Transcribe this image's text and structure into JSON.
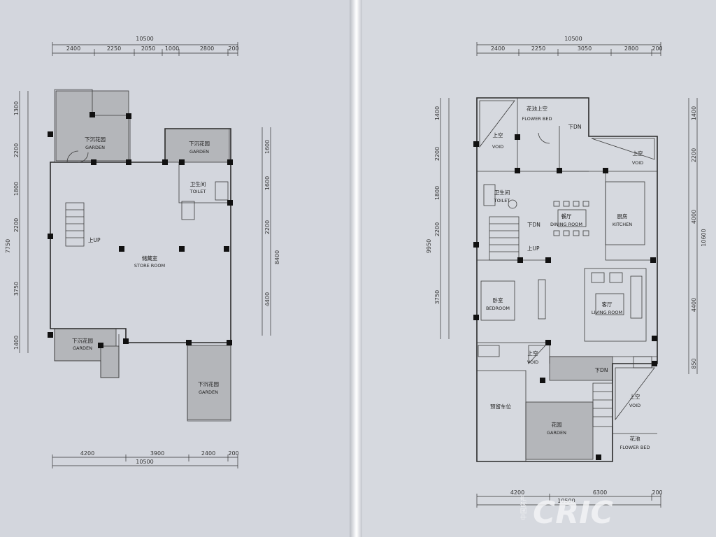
{
  "left_plan": {
    "top_dims": {
      "total": "10500",
      "segments": [
        "2400",
        "2250",
        "2050",
        "1000",
        "2800",
        "200"
      ]
    },
    "bottom_dims": {
      "total": "10500",
      "segments": [
        "4200",
        "3900",
        "2400",
        "200"
      ]
    },
    "left_dims": {
      "total": "7750",
      "segments": [
        "1300",
        "2200",
        "1800",
        "2200",
        "3750",
        "1400"
      ]
    },
    "right_dims": {
      "total": "8400",
      "segments": [
        "1600",
        "1600",
        "2200",
        "4400"
      ]
    },
    "rooms": {
      "sunken_garden_tl": {
        "cn": "下沉花园",
        "en": "GARDEN"
      },
      "sunken_garden_tr": {
        "cn": "下沉花园",
        "en": "GARDEN"
      },
      "toilet": {
        "cn": "卫生间",
        "en": "TOILET"
      },
      "store_room": {
        "cn": "储藏室",
        "en": "STORE ROOM"
      },
      "stair": {
        "label": "上UP"
      },
      "sunken_garden_bl": {
        "cn": "下沉花园",
        "en": "GARDEN"
      },
      "sunken_garden_br": {
        "cn": "下沉花园",
        "en": "GARDEN"
      }
    }
  },
  "right_plan": {
    "top_dims": {
      "total": "10500",
      "segments": [
        "2400",
        "2250",
        "3050",
        "2800",
        "200"
      ]
    },
    "bottom_dims": {
      "total": "10500",
      "segments": [
        "4200",
        "6300",
        "200"
      ]
    },
    "left_dims": {
      "total": "9950",
      "segments": [
        "1400",
        "2200",
        "1800",
        "2200",
        "3750"
      ]
    },
    "right_dims": {
      "total": "10600",
      "segments": [
        "1400",
        "2200",
        "4000",
        "4400",
        "850"
      ]
    },
    "rooms": {
      "void_tl": {
        "cn": "上空",
        "en": "VOID"
      },
      "flower_bed_top": {
        "cn": "花池上空",
        "en": "FLOWER BED"
      },
      "down_top": {
        "label": "下DN"
      },
      "void_tr": {
        "cn": "上空",
        "en": "VOID"
      },
      "toilet": {
        "cn": "卫生间",
        "en": "TOILET"
      },
      "dining": {
        "cn": "餐厅",
        "en": "DINING ROOM"
      },
      "kitchen": {
        "cn": "厨房",
        "en": "KITCHEN"
      },
      "stair_down": {
        "label": "下DN"
      },
      "stair_up": {
        "label": "上UP"
      },
      "bedroom": {
        "cn": "卧室",
        "en": "BEDROOM"
      },
      "living": {
        "cn": "客厅",
        "en": "LIVING ROOM"
      },
      "void_mid": {
        "cn": "上空",
        "en": "VOID"
      },
      "down_mid": {
        "label": "下DN"
      },
      "parking": {
        "cn": "预留车位"
      },
      "garden": {
        "cn": "花园",
        "en": "GARDEN"
      },
      "void_br": {
        "cn": "上空",
        "en": "VOID"
      },
      "flower_bed_br": {
        "cn": "花池",
        "en": "FLOWER BED"
      }
    }
  },
  "watermark": {
    "main": "CRIC",
    "side": "中国房产"
  }
}
